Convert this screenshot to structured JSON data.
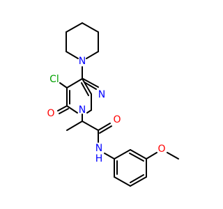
{
  "molecule": {
    "atoms": {
      "n_piperidine": {
        "label": "N",
        "color": "#0000ff"
      },
      "cl": {
        "label": "Cl",
        "color": "#00a000"
      },
      "o_carbonyl_ring": {
        "label": "O",
        "color": "#ff0000"
      },
      "n_ring_1": {
        "label": "N",
        "color": "#0000ff"
      },
      "n_ring_2": {
        "label": "N",
        "color": "#0000ff"
      },
      "o_amide": {
        "label": "O",
        "color": "#ff0000"
      },
      "n_amide": {
        "label": "N",
        "color": "#0000ff"
      },
      "h_amide": {
        "label": "H",
        "color": "#0000ff"
      },
      "o_methoxy": {
        "label": "O",
        "color": "#ff0000"
      }
    },
    "bond_color": "#000000"
  }
}
